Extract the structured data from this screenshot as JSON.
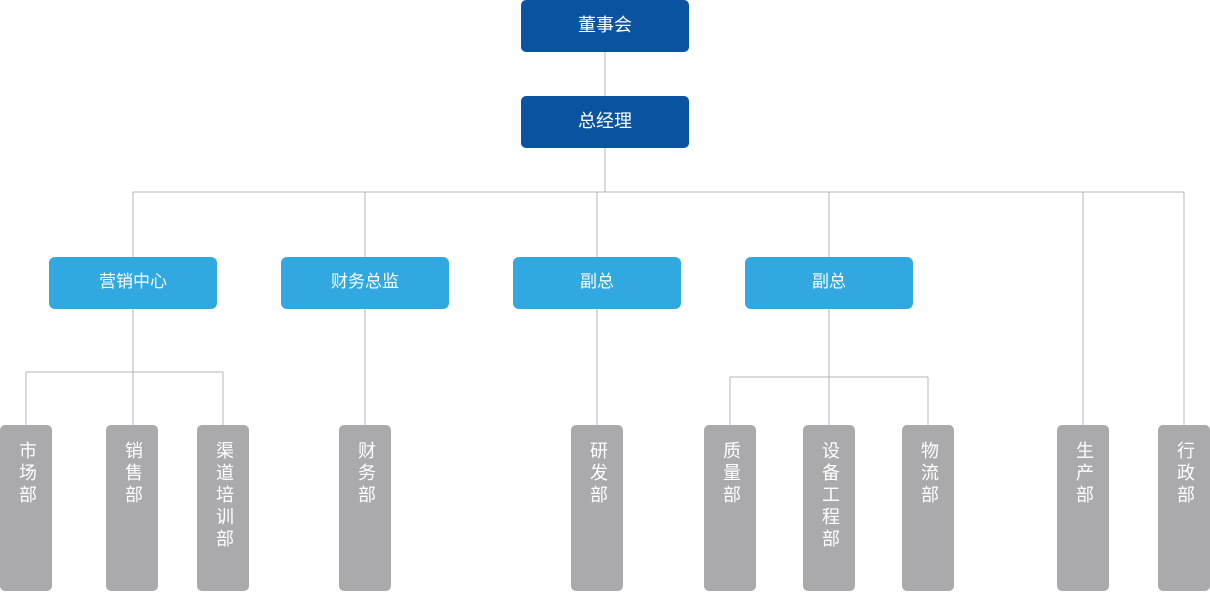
{
  "chart_title": "",
  "palette": {
    "executive_blue": "#0a53a0",
    "manager_blue": "#31a8e0",
    "department_gray": "#aaaaac",
    "connector_gray": "#b5b5b5",
    "text_white": "#ffffff",
    "background": "#ffffff"
  },
  "nodes": {
    "board": {
      "label": "董事会",
      "level": "executive"
    },
    "general_manager": {
      "label": "总经理",
      "level": "executive"
    },
    "marketing_center": {
      "label": "营销中心",
      "level": "manager"
    },
    "finance_director": {
      "label": "财务总监",
      "level": "manager"
    },
    "vp_one": {
      "label": "副总",
      "level": "manager"
    },
    "vp_two": {
      "label": "副总",
      "level": "manager"
    },
    "market_dept": {
      "label": "市场部",
      "level": "department"
    },
    "sales_dept": {
      "label": "销售部",
      "level": "department"
    },
    "channel_training_dept": {
      "label": "渠道培训部",
      "level": "department"
    },
    "finance_dept": {
      "label": "财务部",
      "level": "department"
    },
    "rd_dept": {
      "label": "研发部",
      "level": "department"
    },
    "quality_dept": {
      "label": "质量部",
      "level": "department"
    },
    "equipment_engineering_dept": {
      "label": "设备工程部",
      "level": "department"
    },
    "logistics_dept": {
      "label": "物流部",
      "level": "department"
    },
    "production_dept": {
      "label": "生产部",
      "level": "department"
    },
    "administration_dept": {
      "label": "行政部",
      "level": "department"
    }
  }
}
